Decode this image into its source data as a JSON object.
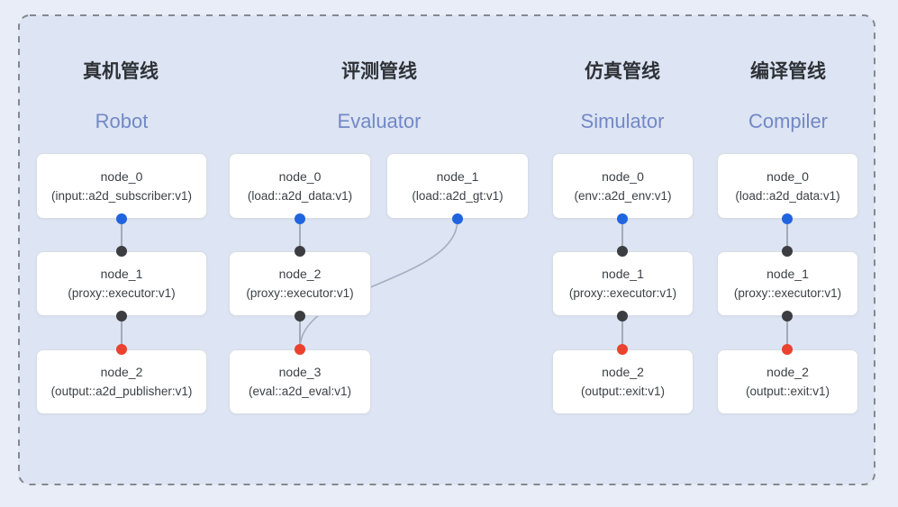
{
  "colors": {
    "page_bg": "#e8edf8",
    "panel_bg": "#dde4f3",
    "panel_border": "#85898f",
    "node_bg": "#ffffff",
    "node_border": "#d9dde4",
    "node_text": "#3c4045",
    "title_zh": "#2e3237",
    "title_en": "#7288c6",
    "edge": "#949daa",
    "edge_curve": "#a5aec2",
    "port_output": "#2065df",
    "port_intermediate": "#3b3d40",
    "port_final": "#e9432f"
  },
  "pipelines": [
    {
      "name_zh": "真机管线",
      "name_en": "Robot",
      "nodes": [
        {
          "label": "node_0",
          "type": "(input::a2d_subscriber:v1)"
        },
        {
          "label": "node_1",
          "type": "(proxy::executor:v1)"
        },
        {
          "label": "node_2",
          "type": "(output::a2d_publisher:v1)"
        }
      ]
    },
    {
      "name_zh": "评测管线",
      "name_en": "Evaluator",
      "nodes": [
        {
          "label": "node_0",
          "type": "(load::a2d_data:v1)"
        },
        {
          "label": "node_1",
          "type": "(load::a2d_gt:v1)"
        },
        {
          "label": "node_2",
          "type": "(proxy::executor:v1)"
        },
        {
          "label": "node_3",
          "type": "(eval::a2d_eval:v1)"
        }
      ]
    },
    {
      "name_zh": "仿真管线",
      "name_en": "Simulator",
      "nodes": [
        {
          "label": "node_0",
          "type": "(env::a2d_env:v1)"
        },
        {
          "label": "node_1",
          "type": "(proxy::executor:v1)"
        },
        {
          "label": "node_2",
          "type": "(output::exit:v1)"
        }
      ]
    },
    {
      "name_zh": "编译管线",
      "name_en": "Compiler",
      "nodes": [
        {
          "label": "node_0",
          "type": "(load::a2d_data:v1)"
        },
        {
          "label": "node_1",
          "type": "(proxy::executor:v1)"
        },
        {
          "label": "node_2",
          "type": "(output::exit:v1)"
        }
      ]
    }
  ]
}
